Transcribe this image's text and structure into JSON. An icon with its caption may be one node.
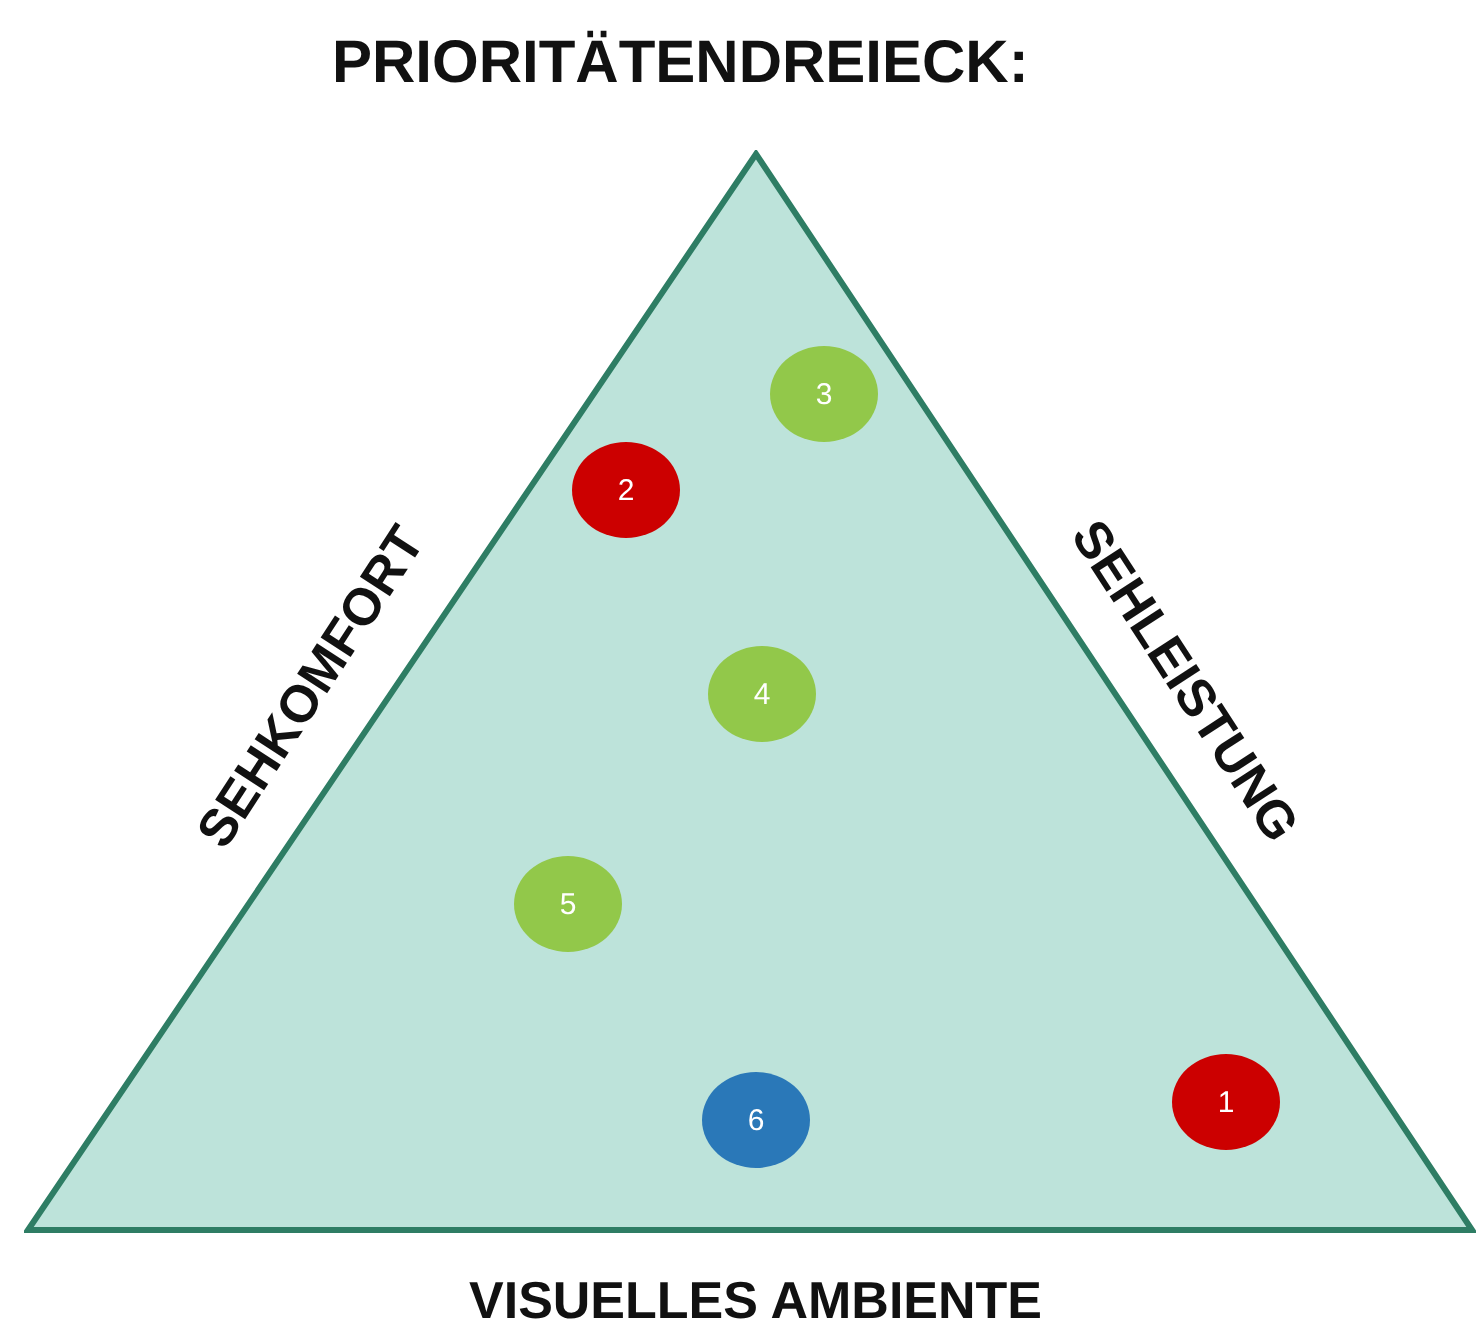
{
  "diagram": {
    "title": "PRIORITÄTENDREIECK:",
    "nodes": [
      {
        "text": [],
        "shape": "triangle"
      },
      {
        "text": [
          "3"
        ],
        "in": 0
      },
      {
        "text": [
          "2"
        ],
        "in": 0
      },
      {
        "text": [
          "4"
        ],
        "in": 0
      },
      {
        "text": [
          "5"
        ],
        "in": 0
      },
      {
        "text": [
          "6"
        ],
        "in": 0
      },
      {
        "text": [
          "1"
        ],
        "in": 0
      }
    ],
    "labels": [
      "SEHKOMFORT",
      "SEHLEISTUNG",
      "VISUELLES AMBIENTE"
    ]
  }
}
